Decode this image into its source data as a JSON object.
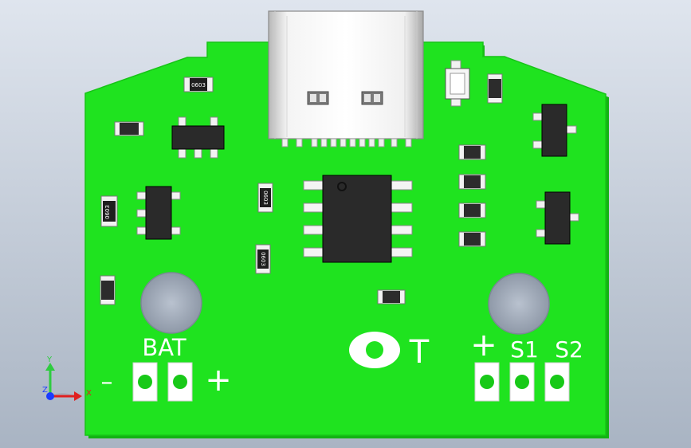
{
  "colors": {
    "background_top": "#d7dee8",
    "background_bottom": "#a8b3c2",
    "board": "#1fe31f",
    "board_edge": "#10b010",
    "ic_body": "#2a2a2a",
    "pin": "#f2f2f2",
    "silkscreen": "#ffffff",
    "pad_copper": "#18c918"
  },
  "silkscreen": {
    "bat_label": "BAT",
    "bat_minus": "–",
    "bat_plus": "+",
    "test_label": "T",
    "out_plus": "+",
    "s1_label": "S1",
    "s2_label": "S2"
  },
  "component_markings": {
    "r_top": "0603",
    "r_left": "0603",
    "r_mid_upper": "0603",
    "r_mid_lower": "0603"
  },
  "axis_triad": {
    "x_label": "X",
    "y_label": "Y",
    "z_label": "Z"
  },
  "icons": {
    "usb_connector": "usb-c-icon",
    "axis_indicator": "xyz-triad-icon"
  }
}
